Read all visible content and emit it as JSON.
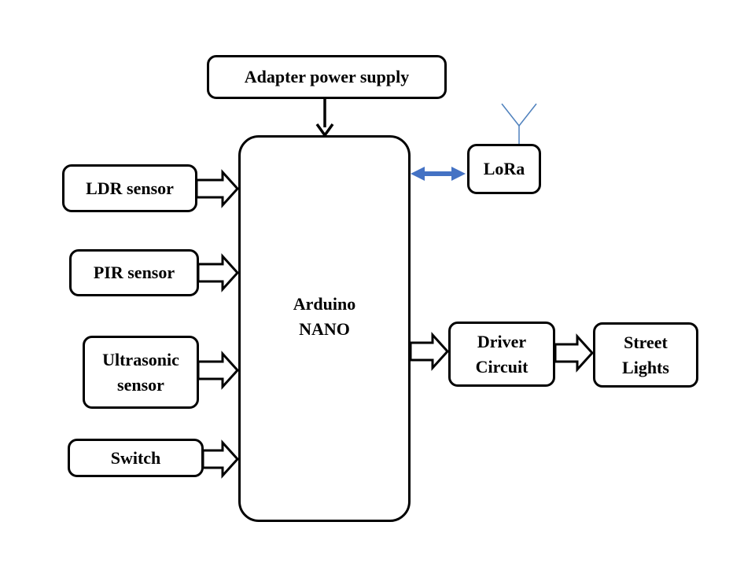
{
  "blocks": {
    "adapter": "Adapter power supply",
    "arduino": "Arduino\n NANO",
    "lora": "LoRa",
    "ldr": "LDR sensor",
    "pir": "PIR sensor",
    "ultrasonic": "Ultrasonic\nsensor",
    "switch": "Switch",
    "driver": "Driver\nCircuit",
    "street": "Street\nLights"
  },
  "colors": {
    "outline": "#000000",
    "lora_link": "#4472c4",
    "antenna": "#4f81bd"
  },
  "icons": [
    "antenna-icon"
  ]
}
